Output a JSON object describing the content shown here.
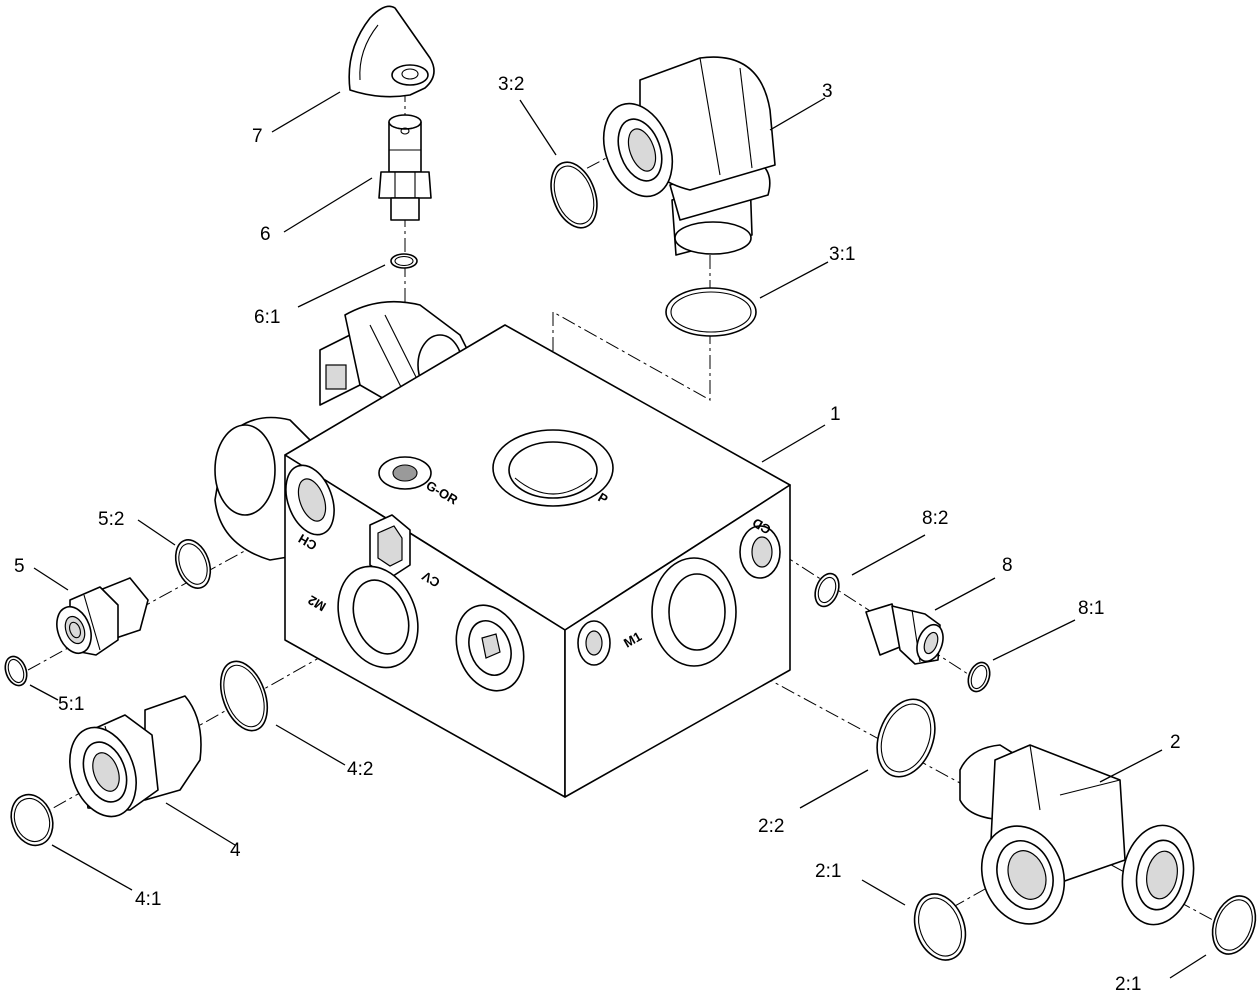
{
  "callouts": {
    "c1": "1",
    "c2": "2",
    "c2_1a": "2:1",
    "c2_1b": "2:1",
    "c2_2": "2:2",
    "c3": "3",
    "c3_1": "3:1",
    "c3_2": "3:2",
    "c4": "4",
    "c4_1": "4:1",
    "c4_2": "4:2",
    "c5": "5",
    "c5_1": "5:1",
    "c5_2": "5:2",
    "c6": "6",
    "c6_1": "6:1",
    "c7": "7",
    "c8": "8",
    "c8_1": "8:1",
    "c8_2": "8:2"
  },
  "port_labels": {
    "g_or": "G-OR",
    "p": "P",
    "ch": "CH",
    "cv": "CV",
    "cd": "CD",
    "m1": "M1",
    "m2": "M2"
  }
}
